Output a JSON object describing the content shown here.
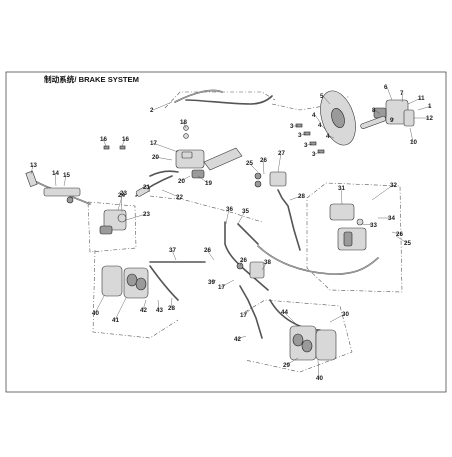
{
  "diagram": {
    "title": "制动系统/ BRAKE SYSTEM",
    "callouts": [
      {
        "id": "c1",
        "label": "1"
      },
      {
        "id": "c2",
        "label": "2"
      },
      {
        "id": "c3a",
        "label": "3"
      },
      {
        "id": "c3b",
        "label": "3"
      },
      {
        "id": "c3c",
        "label": "3"
      },
      {
        "id": "c3d",
        "label": "3"
      },
      {
        "id": "c4a",
        "label": "4"
      },
      {
        "id": "c4b",
        "label": "4"
      },
      {
        "id": "c4c",
        "label": "4"
      },
      {
        "id": "c5",
        "label": "5"
      },
      {
        "id": "c6",
        "label": "6"
      },
      {
        "id": "c7",
        "label": "7"
      },
      {
        "id": "c8",
        "label": "8"
      },
      {
        "id": "c9",
        "label": "9"
      },
      {
        "id": "c10",
        "label": "10"
      },
      {
        "id": "c11",
        "label": "11"
      },
      {
        "id": "c12",
        "label": "12"
      },
      {
        "id": "c13",
        "label": "13"
      },
      {
        "id": "c14",
        "label": "14"
      },
      {
        "id": "c15",
        "label": "15"
      },
      {
        "id": "c16a",
        "label": "16"
      },
      {
        "id": "c16b",
        "label": "16"
      },
      {
        "id": "c17a",
        "label": "17"
      },
      {
        "id": "c17b",
        "label": "17"
      },
      {
        "id": "c17c",
        "label": "17"
      },
      {
        "id": "c18",
        "label": "18"
      },
      {
        "id": "c19",
        "label": "19"
      },
      {
        "id": "c20a",
        "label": "20"
      },
      {
        "id": "c20b",
        "label": "20"
      },
      {
        "id": "c21",
        "label": "21"
      },
      {
        "id": "c22",
        "label": "22"
      },
      {
        "id": "c23a",
        "label": "23"
      },
      {
        "id": "c23b",
        "label": "23"
      },
      {
        "id": "c24",
        "label": "24"
      },
      {
        "id": "c25a",
        "label": "25"
      },
      {
        "id": "c25b",
        "label": "25"
      },
      {
        "id": "c26a",
        "label": "26"
      },
      {
        "id": "c26b",
        "label": "26"
      },
      {
        "id": "c26c",
        "label": "26"
      },
      {
        "id": "c26d",
        "label": "26"
      },
      {
        "id": "c27",
        "label": "27"
      },
      {
        "id": "c28a",
        "label": "28"
      },
      {
        "id": "c28b",
        "label": "28"
      },
      {
        "id": "c29",
        "label": "29"
      },
      {
        "id": "c30",
        "label": "30"
      },
      {
        "id": "c31",
        "label": "31"
      },
      {
        "id": "c32",
        "label": "32"
      },
      {
        "id": "c33",
        "label": "33"
      },
      {
        "id": "c34",
        "label": "34"
      },
      {
        "id": "c35",
        "label": "35"
      },
      {
        "id": "c36",
        "label": "36"
      },
      {
        "id": "c37",
        "label": "37"
      },
      {
        "id": "c38",
        "label": "38"
      },
      {
        "id": "c39",
        "label": "39"
      },
      {
        "id": "c40a",
        "label": "40"
      },
      {
        "id": "c40b",
        "label": "40"
      },
      {
        "id": "c41",
        "label": "41"
      },
      {
        "id": "c42a",
        "label": "42"
      },
      {
        "id": "c42b",
        "label": "42"
      },
      {
        "id": "c43",
        "label": "43"
      },
      {
        "id": "c44",
        "label": "44"
      }
    ]
  }
}
